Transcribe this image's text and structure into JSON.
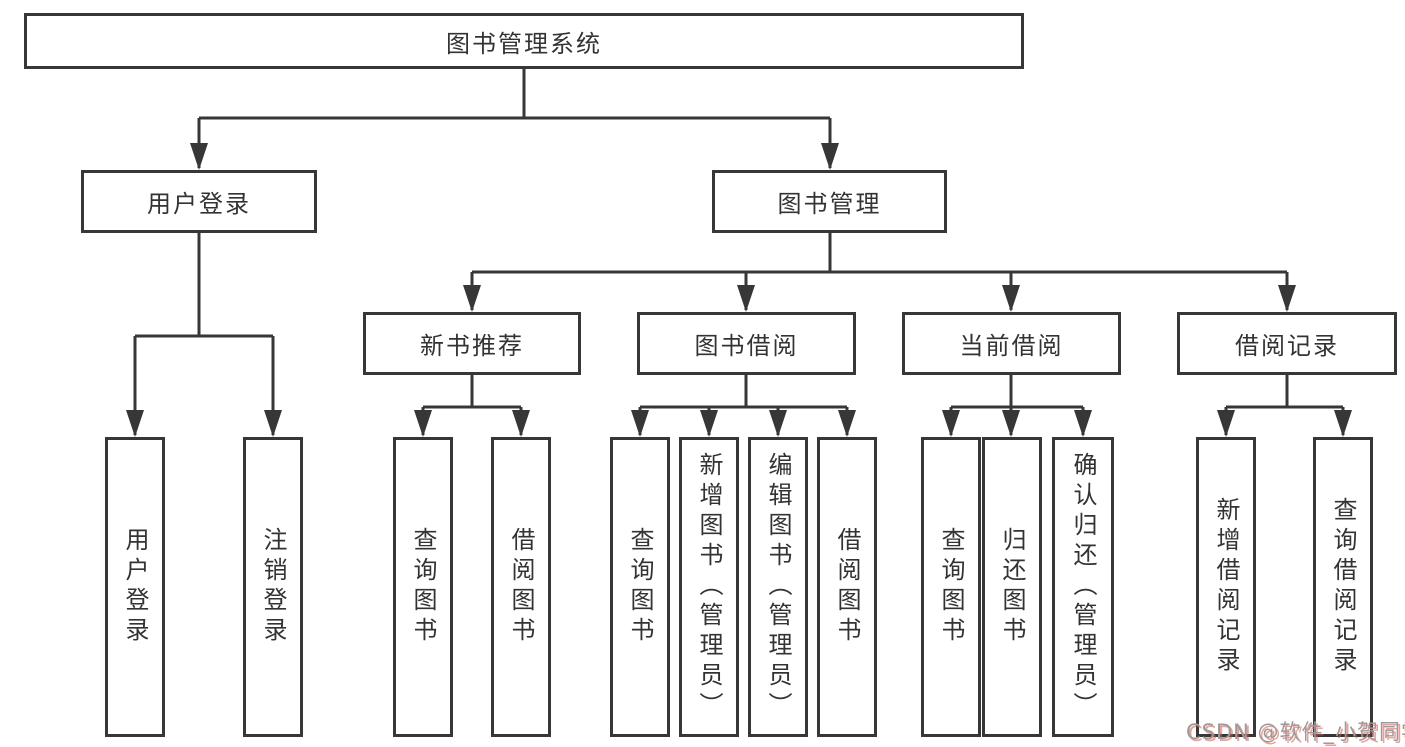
{
  "diagram": {
    "title_node": {
      "label": "图书管理系统"
    },
    "level2": [
      {
        "label": "用户登录"
      },
      {
        "label": "图书管理"
      }
    ],
    "level3": [
      {
        "label": "新书推荐"
      },
      {
        "label": "图书借阅"
      },
      {
        "label": "当前借阅"
      },
      {
        "label": "借阅记录"
      }
    ],
    "leaves": {
      "user_login": [
        "用户登录",
        "注销登录"
      ],
      "new_books": [
        "查询图书",
        "借阅图书"
      ],
      "book_borrow": [
        "查询图书",
        "新增图书（管理员）",
        "编辑图书（管理员）",
        "借阅图书"
      ],
      "current_borrow": [
        "查询图书",
        "归还图书",
        "确认归还（管理员）"
      ],
      "borrow_records": [
        "新增借阅记录",
        "查询借阅记录"
      ]
    }
  },
  "watermark": {
    "text": "CSDN @软件_小贺同学"
  },
  "colors": {
    "line": "#373737",
    "text": "#333333",
    "background": "#ffffff",
    "watermark_text": "#9b9b9f",
    "watermark_shadow": "#db543e"
  }
}
